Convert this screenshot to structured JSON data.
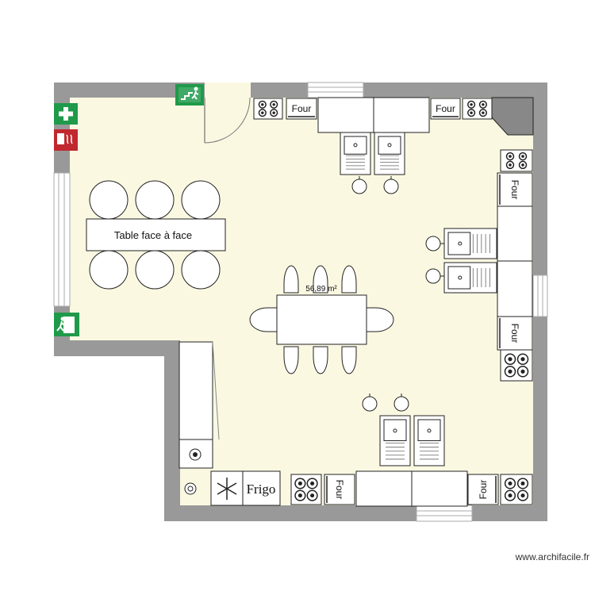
{
  "plan": {
    "area_label": "56,89 m²",
    "table_label": "Table face à face",
    "oven_label": "Four",
    "fridge_label": "Frigo",
    "credit": "www.archifacile.fr"
  },
  "colors": {
    "wall": "#999999",
    "floor": "#fbf8e2",
    "furniture": "#ffffff",
    "outline": "#222222",
    "first_aid": "#1f9a4a",
    "exit_sign": "#1f9a4a",
    "fire_alarm": "#c0282d"
  },
  "icons": [
    "first-aid-icon",
    "fire-alarm-icon",
    "emergency-exit-icon",
    "snowflake-icon",
    "hob-icon",
    "double-sink-icon",
    "stool-icon",
    "chair-icon",
    "door-swing-icon",
    "window-icon"
  ]
}
